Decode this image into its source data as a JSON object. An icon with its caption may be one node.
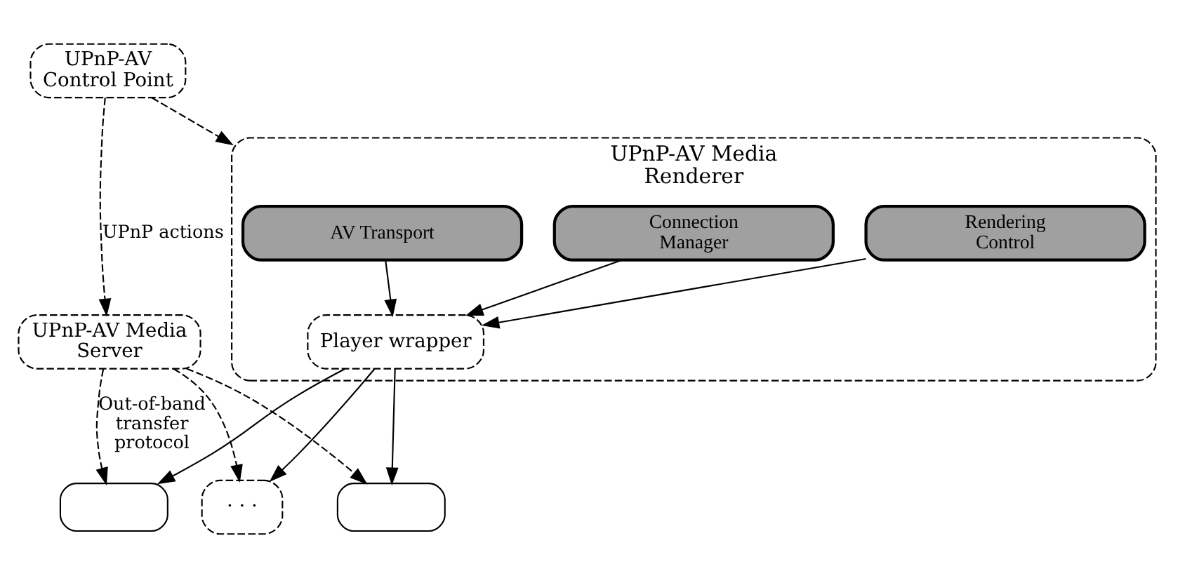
{
  "diagram": {
    "nodes": [
      {
        "text": [
          "UPnP-AV Control Point"
        ]
      },
      {
        "text": [
          "UPnP-AV Media Server"
        ]
      },
      {
        "text": [
          "UPnP-AV Media Renderer"
        ]
      },
      {
        "text": [
          "AV Transport"
        ],
        "in": 2
      },
      {
        "text": [
          "Rendering Control"
        ],
        "in": 2
      },
      {
        "text": [
          "Connection Manager"
        ],
        "in": 2
      },
      {
        "text": [
          "Player wrapper"
        ],
        "in": 2
      },
      {
        "text": [],
        "shape": "box"
      },
      {
        "text": [],
        "shape": "box"
      },
      {
        "text": [
          "· · ·"
        ]
      }
    ],
    "edges": [
      {
        "from": 0,
        "to": 1,
        "arrow": "to",
        "style": "dashed",
        "label": "UPnP actions"
      },
      {
        "from": 0,
        "to": 2,
        "arrow": "to",
        "style": "dashed"
      },
      {
        "from": 3,
        "to": 6,
        "arrow": "to"
      },
      {
        "from": 4,
        "to": 6,
        "arrow": "to"
      },
      {
        "from": 5,
        "to": 6,
        "arrow": "to"
      },
      {
        "from": 6,
        "to": 7,
        "arrow": "to"
      },
      {
        "from": 6,
        "to": 8,
        "arrow": "to"
      },
      {
        "from": 6,
        "to": 9,
        "arrow": "to"
      },
      {
        "from": 1,
        "to": 7,
        "arrow": "to",
        "style": "dashed",
        "label": "Out-of-band transfer protocol"
      },
      {
        "from": 1,
        "to": 8,
        "arrow": "to",
        "style": "dashed"
      },
      {
        "from": 1,
        "to": 9,
        "arrow": "to",
        "style": "dashed"
      }
    ]
  }
}
